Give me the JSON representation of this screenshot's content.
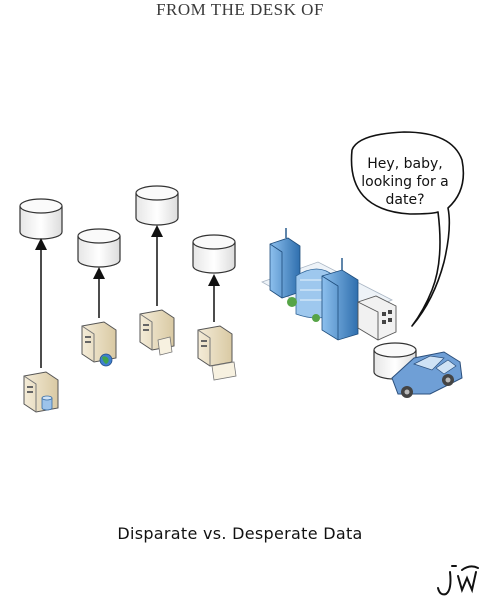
{
  "header": {
    "title": "FROM THE DESK OF"
  },
  "speech_bubble": {
    "lines": [
      "Hey, baby,",
      "looking for a",
      "date?"
    ]
  },
  "caption": "Disparate vs. Desperate Data",
  "signature": "JW",
  "colors": {
    "cylinder_side": "#f3f3f3",
    "cylinder_top": "#fafafa",
    "outline": "#333333",
    "server_tan": "#e8dcc0",
    "building_blue": "#5b9bd8",
    "car_blue": "#6f9fd6"
  },
  "diagram": {
    "source_stacks": [
      {
        "name": "database-server",
        "server_icon": "database-server-icon"
      },
      {
        "name": "web-server",
        "server_icon": "web-server-icon"
      },
      {
        "name": "file-server",
        "server_icon": "file-server-icon"
      },
      {
        "name": "document-server",
        "server_icon": "document-server-icon"
      }
    ],
    "datawarehouse": "enterprise-buildings-icon"
  }
}
